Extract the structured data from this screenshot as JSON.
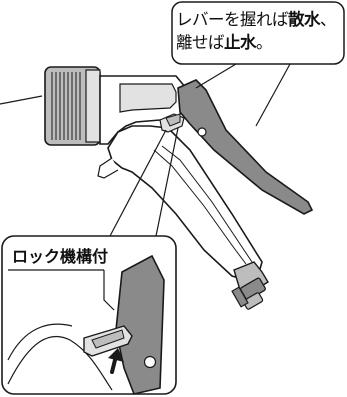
{
  "callout_main": {
    "line1_prefix": "レバーを握れば",
    "line1_bold": "散水",
    "line1_suffix": "、",
    "line2_prefix": "離せば",
    "line2_bold": "止水",
    "line2_suffix": "。"
  },
  "callout_lock": {
    "label": "ロック機構付"
  },
  "colors": {
    "line": "#1a1a1a",
    "body_fill": "#ffffff",
    "dark_part": "#8a8a8a",
    "mid_part": "#bdbdbd",
    "light_part": "#e2e2e2"
  },
  "icons": {
    "arrow": "up-right-arrow-icon"
  }
}
